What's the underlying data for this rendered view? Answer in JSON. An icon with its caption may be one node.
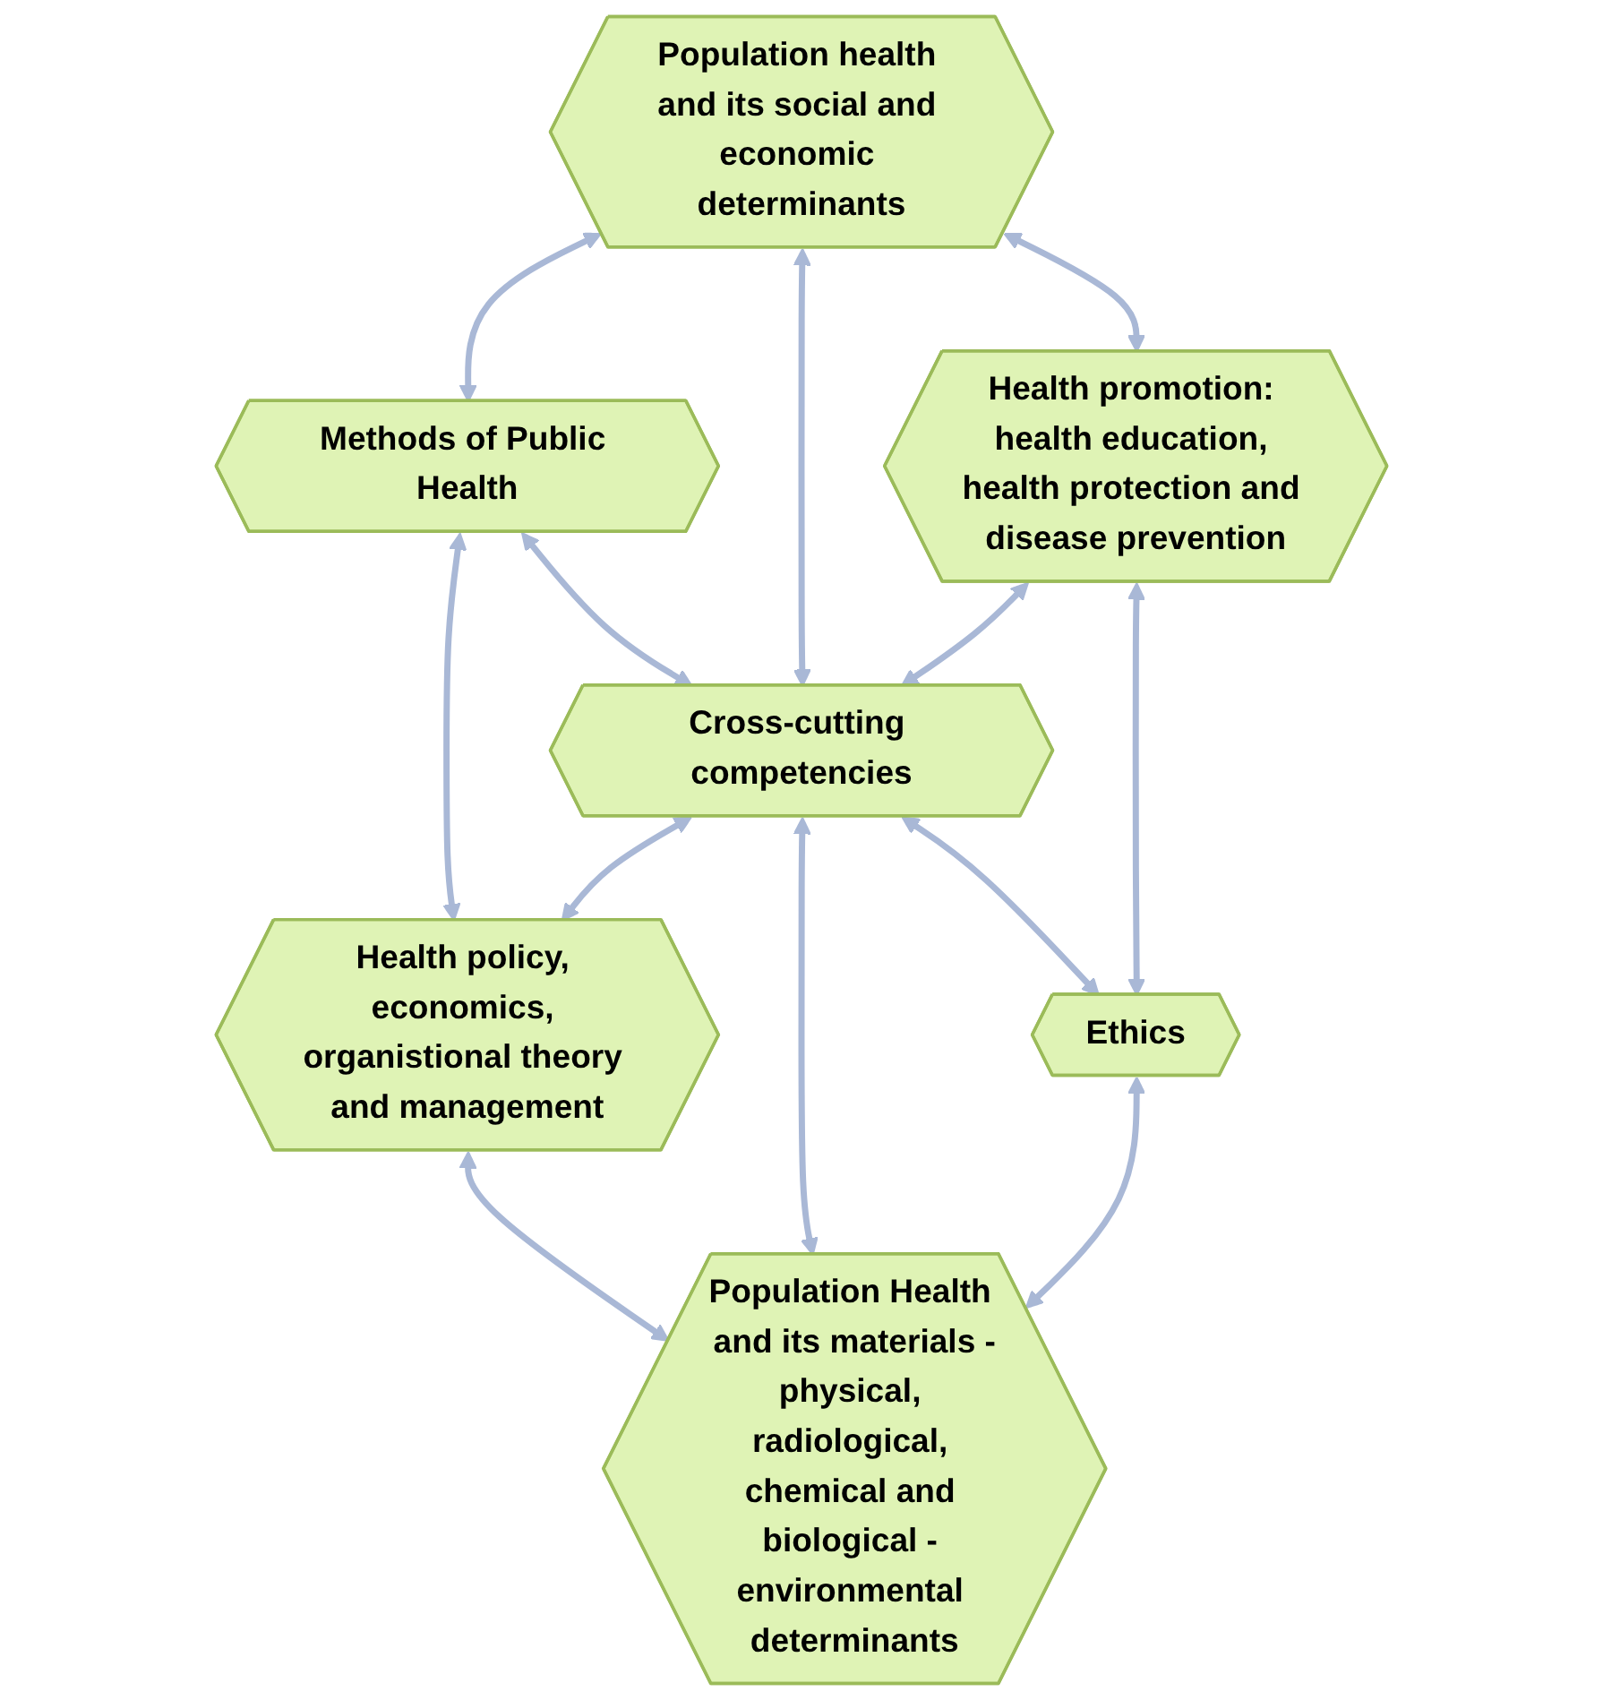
{
  "diagram": {
    "nodes": [
      {
        "text": [
          "Methods of Public Health"
        ]
      },
      {
        "text": [
          "Population health and its social and economic determinants"
        ]
      },
      {
        "text": [
          "Health policy, economics, organistional theory and management"
        ]
      },
      {
        "text": [
          "Cross-cutting competencies"
        ]
      },
      {
        "text": [
          "Health promotion: health education, health protection and disease prevention"
        ]
      },
      {
        "text": [
          "Population Health and its materials -physical, radiological, chemical and biological - environmental determinants"
        ]
      },
      {
        "text": [
          "Ethics"
        ]
      }
    ],
    "edges": [
      {
        "from": 1,
        "to": 0,
        "arrow": "both"
      },
      {
        "from": 0,
        "to": 2,
        "arrow": "both"
      },
      {
        "from": 0,
        "to": 3,
        "arrow": "both"
      },
      {
        "from": 1,
        "to": 3,
        "arrow": "both"
      },
      {
        "from": 3,
        "to": 2,
        "arrow": "both"
      },
      {
        "from": 1,
        "to": 4,
        "arrow": "both"
      },
      {
        "from": 2,
        "to": 5,
        "arrow": "both"
      },
      {
        "from": 4,
        "to": 3,
        "arrow": "both"
      },
      {
        "from": 3,
        "to": 5,
        "arrow": "both"
      },
      {
        "from": 3,
        "to": 6,
        "arrow": "both"
      },
      {
        "from": 4,
        "to": 6,
        "arrow": "both"
      },
      {
        "from": 6,
        "to": 5,
        "arrow": "both"
      }
    ]
  }
}
